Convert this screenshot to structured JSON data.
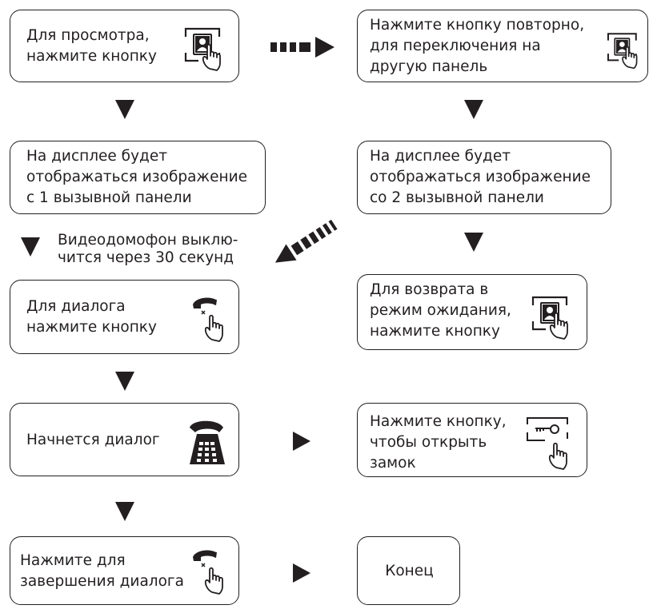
{
  "steps": {
    "view": "Для просмотра,\nнажмите кнопку",
    "press_again": "Нажмите кнопку повторно,\nдля переключения на\nдругую панель",
    "panel1": "На дисплее будет\nотображаться изображение\nс 1 вызывной панели",
    "panel2": "На дисплее будет\nотображаться изображение\nсо 2 вызывной панели",
    "timeout_note": "Видеодомофон выклю-\nчится через 30 секунд",
    "dialog": "Для диалога\nнажмите кнопку",
    "standby": "Для возврата в\nрежим ожидания,\nнажмите кнопку",
    "dialog_start": "Начнется диалог",
    "open_lock": "Нажмите кнопку,\nчтобы открыть\nзамок",
    "end_dialog": "Нажмите для\nзавершения диалога",
    "end": "Конец"
  },
  "icons": {
    "monitor": "monitor-button-icon",
    "handset": "handset-button-icon",
    "phone": "desk-phone-icon",
    "key": "door-key-button-icon"
  },
  "colors": {
    "ink": "#231f20",
    "background": "#ffffff"
  }
}
